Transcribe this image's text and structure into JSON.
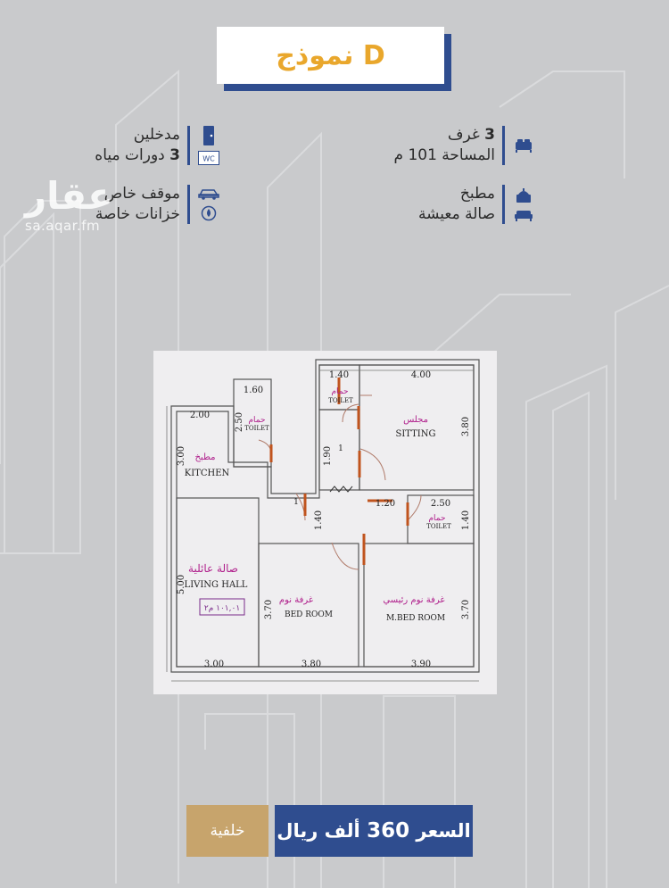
{
  "title": {
    "model": "نموذج D"
  },
  "features": {
    "rooms": {
      "line1_num": "3",
      "line1_text": "غرف",
      "line2": "المساحة 101 م",
      "icon": "bed-icon"
    },
    "kitchen": {
      "line1": "مطبخ",
      "line2": "صالة معيشة",
      "icon": "kitchen-icon"
    },
    "entrances": {
      "line1": "مدخلين",
      "line2_num": "3",
      "line2_text": "دورات مياه",
      "icon": "wc-icon"
    },
    "parking": {
      "line1": "موقف خاص",
      "line2": "خزانات خاصة",
      "icon": "car-icon"
    }
  },
  "watermark": {
    "logo": "عقار",
    "url": "sa.aqar.fm"
  },
  "plan": {
    "dims": {
      "d140_top": "1.40",
      "d400": "4.00",
      "d160": "1.60",
      "d200": "2.00",
      "d250_a": "2.50",
      "d300_a": "3.00",
      "d190": "1.90",
      "d380_a": "3.80",
      "d120": "1.20",
      "d250_b": "2.50",
      "d140_mid": "1.40",
      "d140_right": "1.40",
      "d500": "5.00",
      "d370_a": "3.70",
      "d370_b": "3.70",
      "d300_b": "3.00",
      "d380_b": "3.80",
      "d390": "3.90"
    },
    "labels": {
      "toilet_ar_1": "حمام",
      "toilet_1": "TOILET",
      "toilet_ar_2": "حمام",
      "toilet_2": "TOILET",
      "toilet_ar_3": "حمام",
      "toilet_3": "TOILET",
      "sitting_ar": "مجلس",
      "sitting": "SITTING",
      "kitchen_ar": "مطبخ",
      "kitchen": "KITCHEN",
      "living_ar": "صالة عائلية",
      "living": "LIVING HALL",
      "area_note": "١٠١,٠١ م٢",
      "bed_ar": "غرفة نوم",
      "bed": "BED ROOM",
      "mbed_ar": "غرفة نوم رئيسي",
      "mbed": "M.BED ROOM",
      "mark_1": "1",
      "mark_2": "1"
    }
  },
  "buttons": {
    "price_prefix": "السعر",
    "price_value": "360",
    "price_suffix": "ألف ريال",
    "background": "خلفية"
  },
  "colors": {
    "navy": "#2f4d8f",
    "gold": "#e9a72c",
    "tan": "#c7a46c",
    "magenta": "#b0208c"
  }
}
